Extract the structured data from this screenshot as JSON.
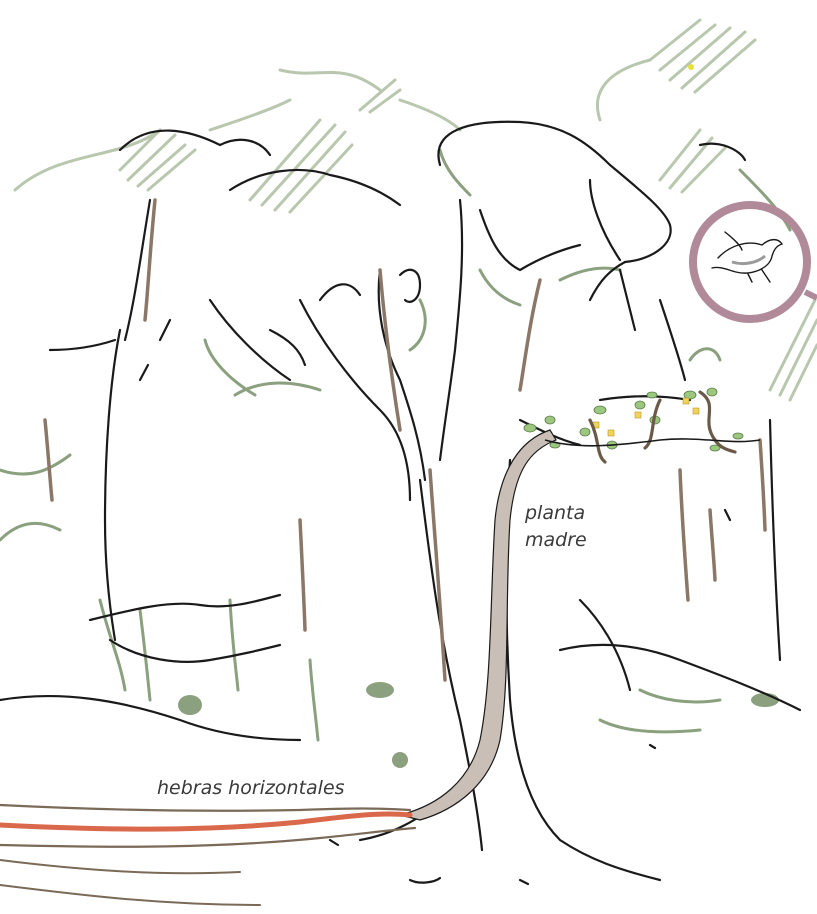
{
  "labels": {
    "mother_plant_line1": "planta",
    "mother_plant_line2": "madre",
    "horizontal_threads": "hebras horizontales"
  },
  "colors": {
    "ink": "#1a1a1a",
    "foliage": "#8aa07e",
    "foliage_light": "#b8c7ae",
    "bark": "#8b7767",
    "bark_fill": "#c9bfb6",
    "thread_highlight": "#d9694a",
    "thread": "#7a6a57",
    "bird_circle": "#b08a98",
    "leaf": "#9cc77e",
    "flower": "#f0d45a"
  },
  "icons": {
    "highlight": "bird-in-circle-icon"
  }
}
